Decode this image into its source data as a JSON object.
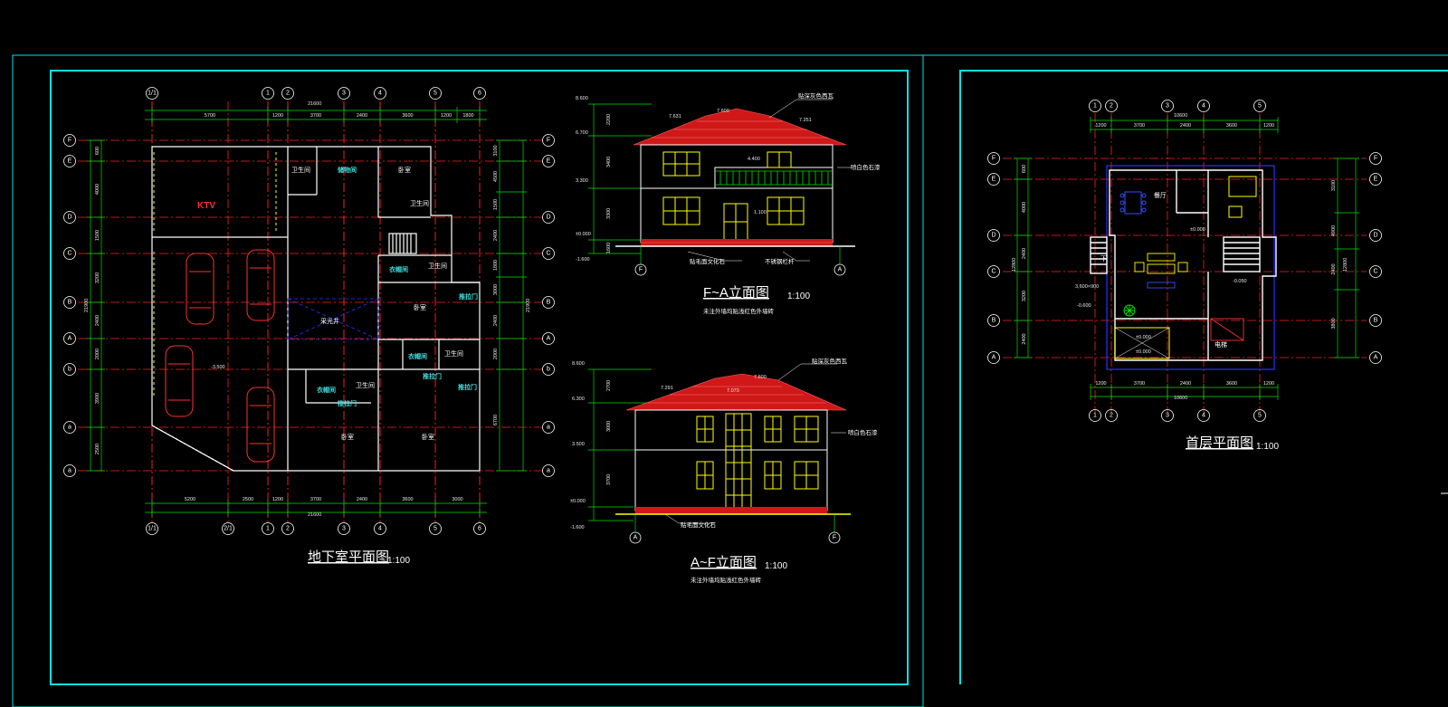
{
  "colors": {
    "background": "#000000",
    "frame": "#00e5e5",
    "axis": "#ff2020",
    "wall": "#ffffff",
    "dim": "#00e000",
    "window": "#ffff00",
    "roof": "#d01818",
    "text": "#ffffff",
    "cyan_text": "#40e0e0"
  },
  "basement_plan": {
    "title": "地下室平面图",
    "scale": "1:100",
    "top_total": "21600",
    "top_dims": [
      "5700",
      "1200",
      "3700",
      "2400",
      "3600",
      "1200",
      "1800"
    ],
    "bottom_total": "21600",
    "bottom_dims": [
      "5200",
      "2500",
      "1200",
      "3700",
      "2400",
      "3600",
      "3000"
    ],
    "top_axes": [
      "1/1",
      "1",
      "2",
      "3",
      "4",
      "5",
      "6"
    ],
    "bottom_axes": [
      "1/1",
      "2/1",
      "1",
      "2",
      "3",
      "4",
      "5",
      "6"
    ],
    "left_axes": [
      "F",
      "E",
      "D",
      "C",
      "B",
      "A",
      "b",
      "a",
      "a"
    ],
    "left_dims": [
      "600",
      "4000",
      "1500",
      "3200",
      "2400",
      "2000",
      "3900",
      "2500"
    ],
    "left_total": "21900",
    "right_dims": [
      "3100",
      "4500",
      "1500",
      "2400",
      "1800",
      "3000",
      "2400",
      "2000",
      "6700"
    ],
    "right_total": "21900",
    "ktv": "KTV",
    "rooms": {
      "wc1": "卫生间",
      "storage": "储物间",
      "bedroom1": "卧室",
      "wc2": "卫生间",
      "closet1": "衣帽间",
      "wc3": "卫生间",
      "bedroom2": "卧室",
      "sliding1": "推拉门",
      "atrium": "采光井",
      "closet2": "衣帽间",
      "wc4": "卫生间",
      "sliding2": "推拉门",
      "closet3": "衣帽间",
      "wc5": "卫生间",
      "sliding3": "推拉门",
      "sliding4": "推拉门",
      "bedroom3": "卧室",
      "bedroom4": "卧室"
    },
    "level": "-3.500"
  },
  "elevation_front": {
    "title": "F~A立面图",
    "scale": "1:100",
    "note": "未注外墙均贴浅红色外墙砖",
    "labels": {
      "roof_tile": "贴深灰色西瓦",
      "paint": "喷白色石漆",
      "stone": "贴毛面文化石",
      "rail": "不锈钢栏杆"
    },
    "levels": [
      "8.600",
      "6.700",
      "3.300",
      "±0.000",
      "-1.600"
    ],
    "dims": [
      "2200",
      "3400",
      "3300",
      "1600"
    ],
    "marks": [
      "7.631",
      "7.600",
      "7.251",
      "4.400",
      "1.100"
    ],
    "axis_left": "F",
    "axis_right": "A"
  },
  "elevation_rear": {
    "title": "A~F立面图",
    "scale": "1:100",
    "note": "未注外墙均贴浅红色外墙砖",
    "labels": {
      "roof_tile": "贴深灰色西瓦",
      "paint": "喷白色石漆",
      "stone": "贴毛面文化石"
    },
    "levels": [
      "8.600",
      "6.300",
      "3.500",
      "±0.000",
      "-1.600"
    ],
    "dims": [
      "2700",
      "3000",
      "3700"
    ],
    "marks": [
      "7.291",
      "7.070",
      "7.600"
    ],
    "axis_left": "A",
    "axis_right": "F"
  },
  "ground_plan": {
    "title": "首层平面图",
    "scale": "1:100",
    "top_axes": [
      "1",
      "2",
      "3",
      "4",
      "5"
    ],
    "top_total": "10600",
    "top_dims": [
      "1200",
      "3700",
      "2400",
      "3600",
      "1200"
    ],
    "bottom_total": "10600",
    "bottom_dims": [
      "1200",
      "3700",
      "2400",
      "3600",
      "1200"
    ],
    "left_axes": [
      "F",
      "E",
      "D",
      "C",
      "B",
      "A"
    ],
    "left_dims": [
      "600",
      "4000",
      "2400",
      "3200",
      "2400"
    ],
    "left_total": "12800",
    "right_dims": [
      "3100",
      "4900",
      "2400",
      "3800"
    ],
    "right_total": "12800",
    "rooms": {
      "dining": "餐厅",
      "lift": "电梯",
      "stair_mark": "下"
    },
    "levels": [
      "±0.000",
      "-0.600",
      "±0.000",
      "±0.000",
      "-0.050"
    ],
    "stair_dim": "3,600×900"
  }
}
